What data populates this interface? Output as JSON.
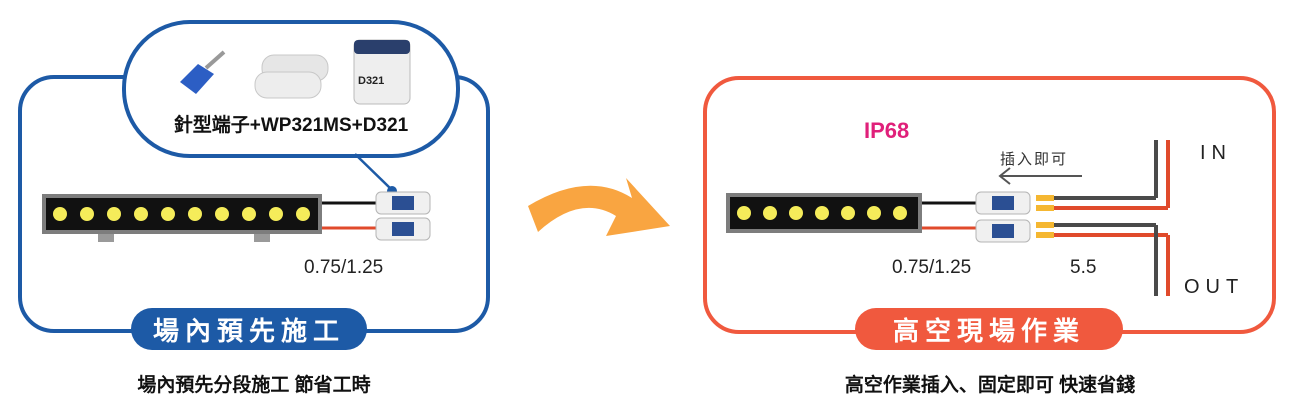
{
  "left": {
    "bubble_label": "針型端子+WP321MS+D321",
    "product_text": "D321",
    "wire_gauge": "0.75/1.25",
    "pill_label": "場內預先施工",
    "caption": "場內預先分段施工 節省工時"
  },
  "right": {
    "rating": "IP68",
    "hint": "插入即可",
    "wire_gauge": "0.75/1.25",
    "wire_gauge2": "5.5",
    "in_label": "IN",
    "out_label": "OUT",
    "pill_label": "高空現場作業",
    "caption": "高空作業插入、固定即可 快速省錢"
  },
  "colors": {
    "blue": "#1d5aa6",
    "orange": "#f0593e",
    "arrow": "#f9a541",
    "pink": "#e0207a",
    "led": "#f5ec5a",
    "wire_red": "#e04a2b",
    "wire_dark": "#4a4a4a",
    "pin_yellow": "#f5b731"
  },
  "leds": {
    "left_count": 10,
    "right_count": 7
  }
}
